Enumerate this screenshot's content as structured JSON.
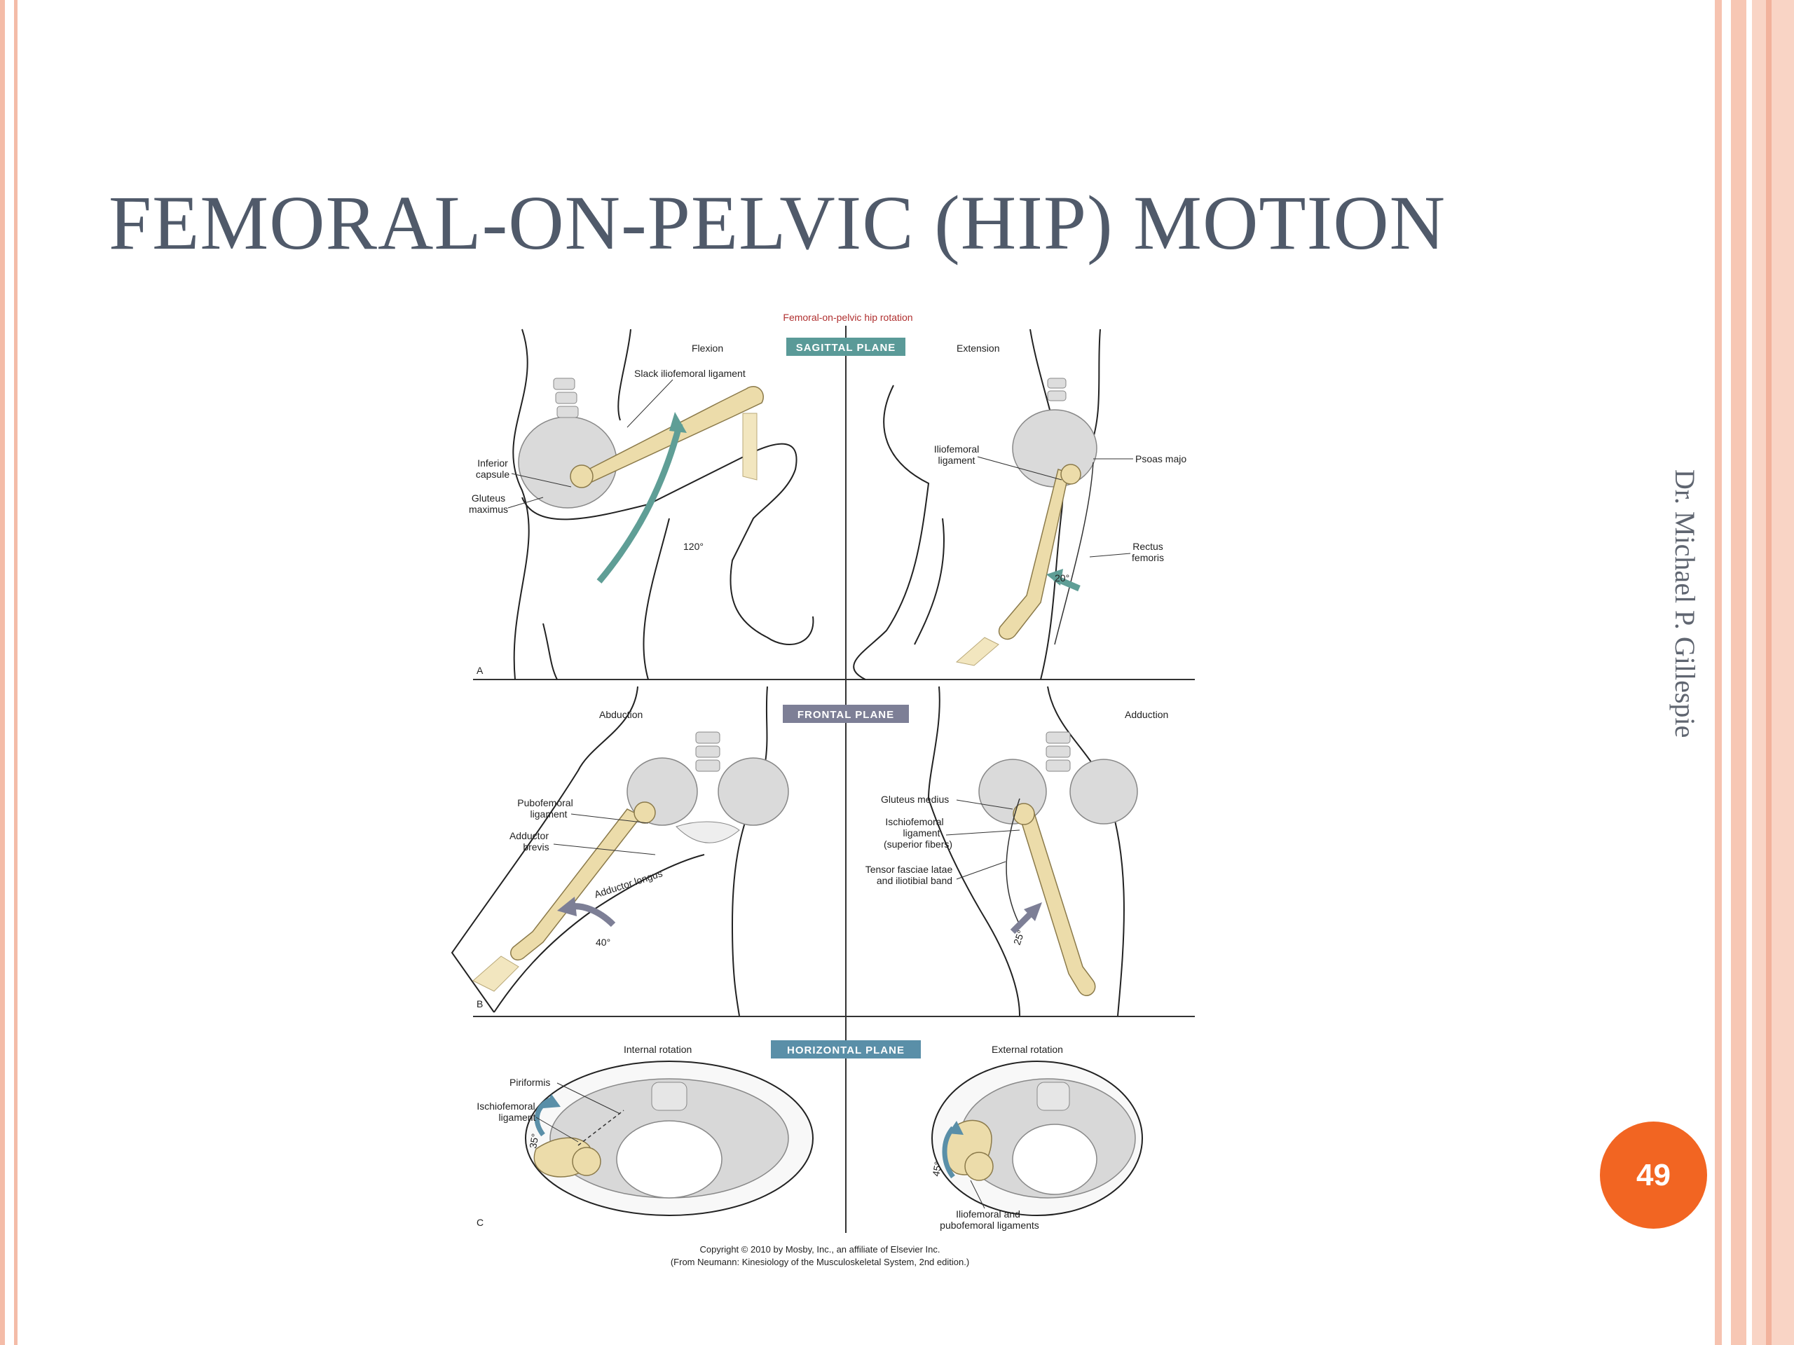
{
  "slide": {
    "title": "FEMORAL-ON-PELVIC (HIP) MOTION",
    "author": "Dr. Michael P. Gillespie",
    "page_number": "49"
  },
  "figure": {
    "header": "Femoral-on-pelvic hip rotation",
    "planes": {
      "sagittal": "SAGITTAL PLANE",
      "frontal": "FRONTAL PLANE",
      "horizontal": "HORIZONTAL PLANE"
    },
    "panel_letters": {
      "a": "A",
      "b": "B",
      "c": "C"
    },
    "sagittal_left": {
      "motion": "Flexion",
      "slack_ligament": "Slack iliofemoral ligament",
      "inferior_capsule_1": "Inferior",
      "inferior_capsule_2": "capsule",
      "gluteus_1": "Gluteus",
      "gluteus_2": "maximus",
      "angle": "120°"
    },
    "sagittal_right": {
      "motion": "Extension",
      "iliofemoral_1": "Iliofemoral",
      "iliofemoral_2": "ligament",
      "psoas": "Psoas majo",
      "rectus_1": "Rectus",
      "rectus_2": "femoris",
      "angle": "20°"
    },
    "frontal_left": {
      "motion": "Abduction",
      "pubofemoral_1": "Pubofemoral",
      "pubofemoral_2": "ligament",
      "adductor_brevis_1": "Adductor",
      "adductor_brevis_2": "brevis",
      "adductor_longus": "Adductor longus",
      "angle": "40°"
    },
    "frontal_right": {
      "motion": "Adduction",
      "gluteus_medius": "Gluteus medius",
      "ischio_1": "Ischiofemoral",
      "ischio_2": "ligament",
      "ischio_3": "(superior fibers)",
      "tensor_1": "Tensor fasciae latae",
      "tensor_2": "and iliotibial band",
      "angle": "25°"
    },
    "horizontal_left": {
      "motion": "Internal rotation",
      "piriformis": "Piriformis",
      "ischio_1": "Ischiofemoral",
      "ischio_2": "ligament",
      "angle": "35°"
    },
    "horizontal_right": {
      "motion": "External rotation",
      "ilio_pubo_1": "Iliofemoral and",
      "ilio_pubo_2": "pubofemoral ligaments",
      "angle": "45°"
    },
    "copyright_1": "Copyright © 2010 by Mosby, Inc., an affiliate of Elsevier Inc.",
    "copyright_2": "(From Neumann: Kinesiology of the Musculoskeletal System, 2nd edition.)"
  },
  "colors": {
    "title": "#505a6a",
    "badge": "#f26522",
    "border": "#f4bca8",
    "sagittal_box": "#5a9a98",
    "frontal_box": "#7d7f96",
    "horizontal_box": "#5a8fa8",
    "bone": "#ecdcaa",
    "arrow": "#5f9e96"
  }
}
